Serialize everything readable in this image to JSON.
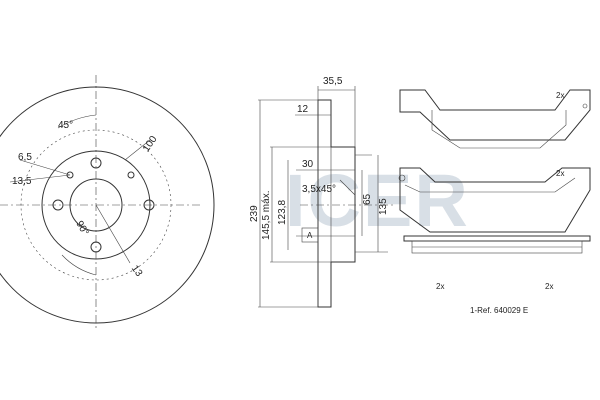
{
  "watermark": "ICER",
  "disc_face": {
    "angle_top": "45°",
    "angle_bottom": "90°",
    "bolt_hole_dia": "6,5",
    "center_offset": "13,5",
    "pcd": "100",
    "hole_size": "13"
  },
  "disc_profile": {
    "total_width": "35,5",
    "disc_thickness": "12",
    "outer_dia": "239",
    "hat_dia": "145,5 máx.",
    "inner_dia": "123,8",
    "hat_depth": "30",
    "chamfer": "3,5x45°",
    "center_bore": "65",
    "friction_dia": "135",
    "marker": "A"
  },
  "pads": {
    "qty_top": "2x",
    "qty_mid": "2x",
    "qty_bottom_left": "2x",
    "qty_bottom_right": "2x",
    "reference": "1-Ref. 640029 E"
  }
}
